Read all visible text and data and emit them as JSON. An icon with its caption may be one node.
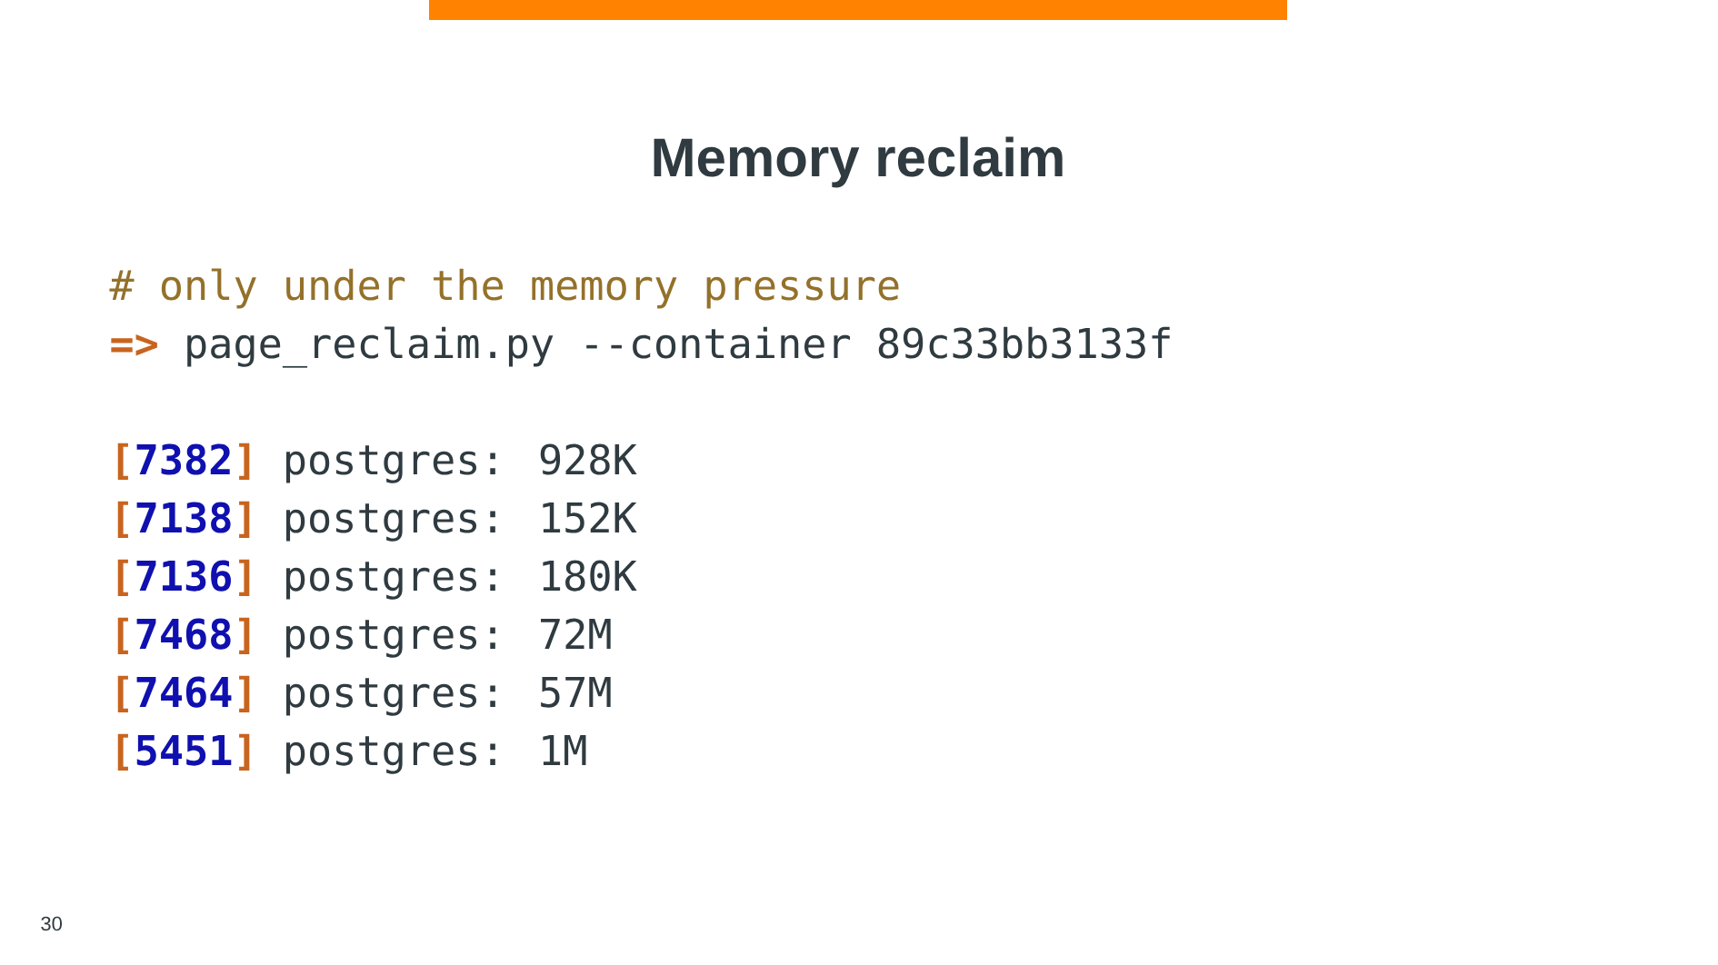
{
  "diagram": {
    "title": "Memory reclaim",
    "labels": [
      "# only under the memory pressure",
      "=>",
      "page_reclaim.py --container 89c33bb3133f",
      "[",
      "7382",
      "]",
      "postgres: 928K",
      "[",
      "7138",
      "]",
      "postgres: 152K",
      "[",
      "7136",
      "]",
      "postgres: 180K",
      "[",
      "7468",
      "]",
      "postgres: 72M",
      "[",
      "7464",
      "]",
      "postgres: 57M",
      "[",
      "5451",
      "]",
      "postgres: 1M",
      "30"
    ]
  }
}
